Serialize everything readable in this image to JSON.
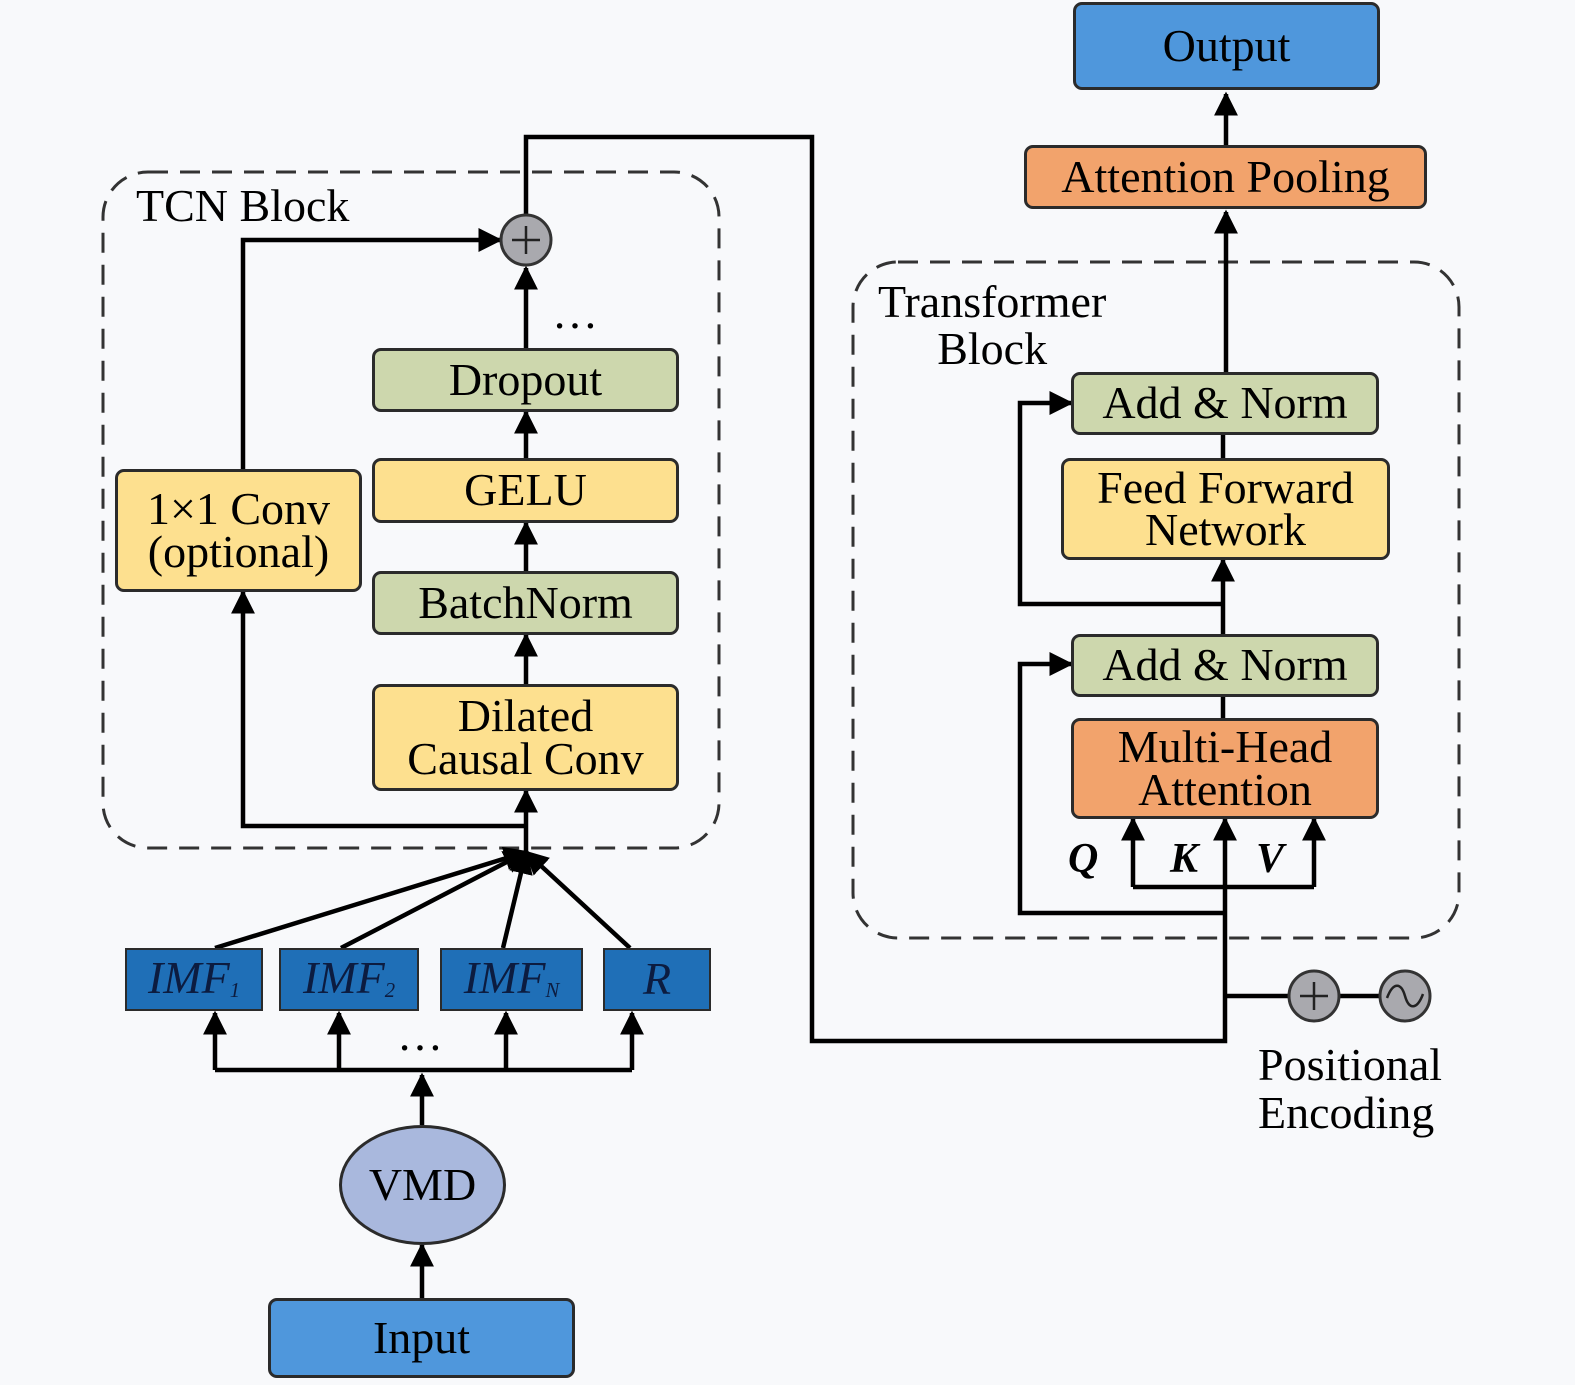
{
  "tcn_block": {
    "title": "TCN Block",
    "dilated_conv": {
      "line1": "Dilated",
      "line2": "Causal Conv"
    },
    "batchnorm": "BatchNorm",
    "gelu": "GELU",
    "dropout": "Dropout",
    "ellipsis": "…",
    "conv1x1": {
      "line1": "1×1 Conv",
      "line2": "(optional)"
    }
  },
  "transformer_block": {
    "title": {
      "line1": "Transformer",
      "line2": "Block"
    },
    "add_norm_1": "Add & Norm",
    "add_norm_2": "Add & Norm",
    "ffn": {
      "line1": "Feed Forward",
      "line2": "Network"
    },
    "mha": {
      "line1": "Multi-Head",
      "line2": "Attention"
    },
    "q": "Q",
    "k": "K",
    "v": "V"
  },
  "attention_pooling": "Attention Pooling",
  "output": "Output",
  "decomposition": {
    "imfs": [
      {
        "base": "IMF",
        "sub": "1"
      },
      {
        "base": "IMF",
        "sub": "2"
      },
      {
        "base": "IMF",
        "sub": "N"
      }
    ],
    "residual": "R",
    "ellipsis": "…",
    "vmd": "VMD"
  },
  "input": "Input",
  "positional_encoding": {
    "line1": "Positional",
    "line2": "Encoding"
  },
  "colors": {
    "output_blue": "#4f97dc",
    "attention_orange": "#f2a36c",
    "norm_green": "#cdd7ad",
    "conv_yellow": "#fde08f",
    "imf_blue": "#1f6fb7",
    "vmd_lavender": "#a9b8dd",
    "adder_gray": "#a9a9ae"
  },
  "icons": [
    "adder-icon",
    "sine-wave-icon"
  ]
}
